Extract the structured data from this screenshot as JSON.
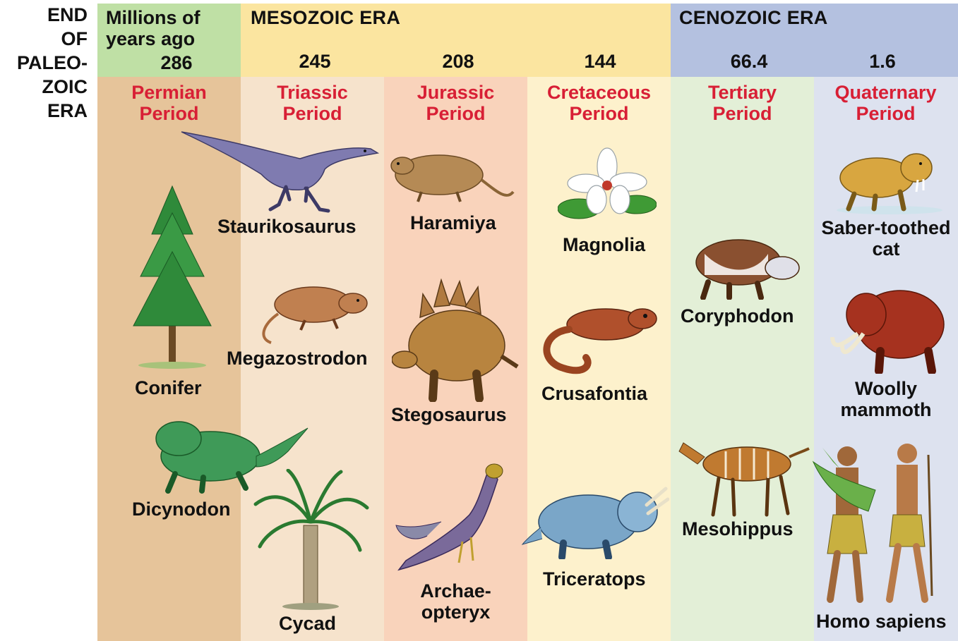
{
  "header": {
    "end_label": [
      "END",
      "OF",
      "PALEO-",
      "ZOIC",
      "ERA"
    ],
    "millions_label": [
      "Millions of",
      "years ago"
    ],
    "eras": {
      "mesozoic": "MESOZOIC ERA",
      "cenozoic": "CENOZOIC ERA"
    },
    "mya": [
      "286",
      "245",
      "208",
      "144",
      "66.4",
      "1.6"
    ]
  },
  "periods": [
    {
      "name": [
        "Permian",
        "Period"
      ],
      "organisms": [
        [
          "Conifer"
        ],
        [
          "Dicynodon"
        ]
      ]
    },
    {
      "name": [
        "Triassic",
        "Period"
      ],
      "organisms": [
        [
          "Staurikosaurus"
        ],
        [
          "Megazostrodon"
        ],
        [
          "Cycad"
        ]
      ]
    },
    {
      "name": [
        "Jurassic",
        "Period"
      ],
      "organisms": [
        [
          "Haramiya"
        ],
        [
          "Stegosaurus"
        ],
        [
          "Archae-",
          "opteryx"
        ]
      ]
    },
    {
      "name": [
        "Cretaceous",
        "Period"
      ],
      "organisms": [
        [
          "Magnolia"
        ],
        [
          "Crusafontia"
        ],
        [
          "Triceratops"
        ]
      ]
    },
    {
      "name": [
        "Tertiary",
        "Period"
      ],
      "organisms": [
        [
          "Coryphodon"
        ],
        [
          "Mesohippus"
        ]
      ]
    },
    {
      "name": [
        "Quaternary",
        "Period"
      ],
      "organisms": [
        [
          "Saber-toothed",
          "cat"
        ],
        [
          "Woolly",
          "mammoth"
        ],
        [
          "Homo sapiens"
        ]
      ]
    }
  ],
  "colors": {
    "paleozoic_header": "#bfe0a5",
    "mesozoic_header": "#fbe5a0",
    "cenozoic_header": "#b4c1e0",
    "permian": "#e6c49a",
    "triassic": "#f6e3cc",
    "jurassic": "#f9d3bb",
    "cretaceous": "#fdf1cc",
    "tertiary": "#e3efd7",
    "quaternary": "#dde2ef",
    "period_title": "#d81f35"
  }
}
